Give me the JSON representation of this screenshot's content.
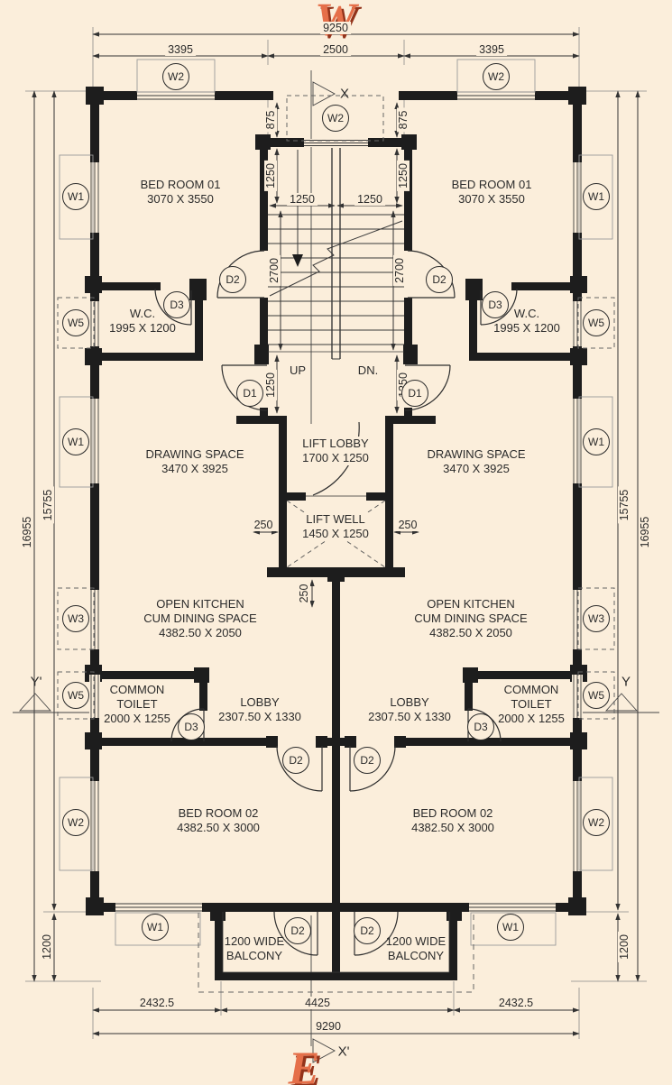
{
  "colors": {
    "background": "#fbeedb",
    "wall": "#1d1d1d",
    "line": "#333333",
    "compass_accent": "#e56f49",
    "compass_shadow": "#93331a"
  },
  "compass": {
    "top_letter": "W",
    "bottom_letter": "E"
  },
  "section_markers": {
    "top": "X",
    "bottom": "X'",
    "left": "Y'",
    "right": "Y"
  },
  "rooms": {
    "bedroom1": {
      "name": "BED ROOM 01",
      "size": "3070 X 3550"
    },
    "wc": {
      "name": "W.C.",
      "size": "1995 X 1200"
    },
    "drawing": {
      "name": "DRAWING SPACE",
      "size": "3470 X 3925"
    },
    "lift_lobby": {
      "name": "LIFT LOBBY",
      "size": "1700 X 1250"
    },
    "lift_well": {
      "name": "LIFT WELL",
      "size": "1450 X 1250"
    },
    "kitchen": {
      "name1": "OPEN KITCHEN",
      "name2": "CUM DINING SPACE",
      "size": "4382.50 X 2050"
    },
    "toilet": {
      "name1": "COMMON",
      "name2": "TOILET",
      "size": "2000 X 1255"
    },
    "lobby": {
      "name": "LOBBY",
      "size": "2307.50 X 1330"
    },
    "bedroom2": {
      "name": "BED ROOM 02",
      "size": "4382.50 X 3000"
    },
    "balcony": {
      "name1": "1200 WIDE",
      "name2": "BALCONY"
    }
  },
  "stairs": {
    "up": "UP",
    "down": "DN."
  },
  "tags": {
    "w1": "W1",
    "w2": "W2",
    "w3": "W3",
    "w5": "W5",
    "d1": "D1",
    "d2": "D2",
    "d3": "D3"
  },
  "dims": {
    "v9250": "9250",
    "v3395": "3395",
    "v2500": "2500",
    "v875": "875",
    "v1250": "1250",
    "v2700": "2700",
    "v250": "250",
    "v2432_5": "2432.5",
    "v4425": "4425",
    "v9290": "9290",
    "v16955": "16955",
    "v15755": "15755",
    "v1200": "1200"
  }
}
